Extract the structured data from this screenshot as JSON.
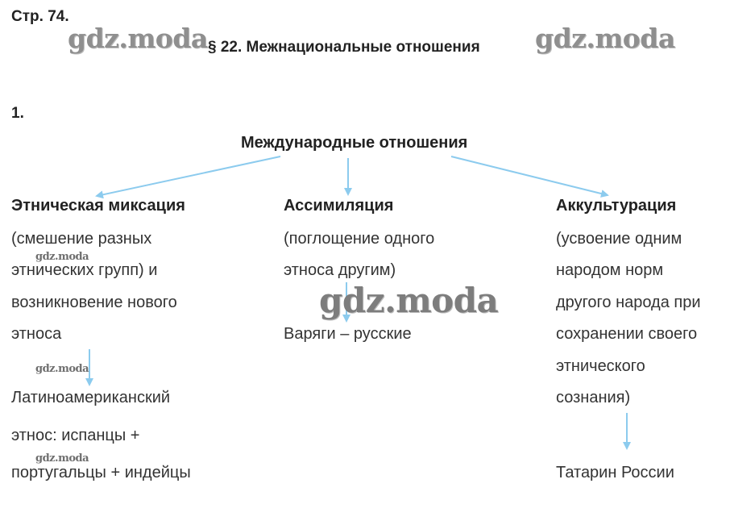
{
  "header": {
    "page_label": "Стр. 74.",
    "section_title": "§ 22. Межнациональные отношения",
    "task_number": "1."
  },
  "diagram": {
    "root": "Международные отношения",
    "branches": [
      {
        "title": "Этническая миксация",
        "description": [
          "(смешение разных",
          "этнических групп) и",
          "возникновение нового",
          "этноса"
        ],
        "example": [
          "Латиноамериканский",
          "этнос: испанцы +",
          "португальцы + индейцы"
        ]
      },
      {
        "title": "Ассимиляция",
        "description": [
          " (поглощение одного",
          "этноса другим)"
        ],
        "example": [
          "Варяги – русские"
        ]
      },
      {
        "title": "Аккультурация",
        "description": [
          " (усвоение одним",
          "народом норм",
          "другого народа при",
          "сохранении своего",
          "этнического",
          "сознания)"
        ],
        "example": [
          "Татарин России"
        ]
      }
    ],
    "arrow_color": "#8ccbee"
  },
  "watermark": {
    "text": "gdz.moda"
  }
}
